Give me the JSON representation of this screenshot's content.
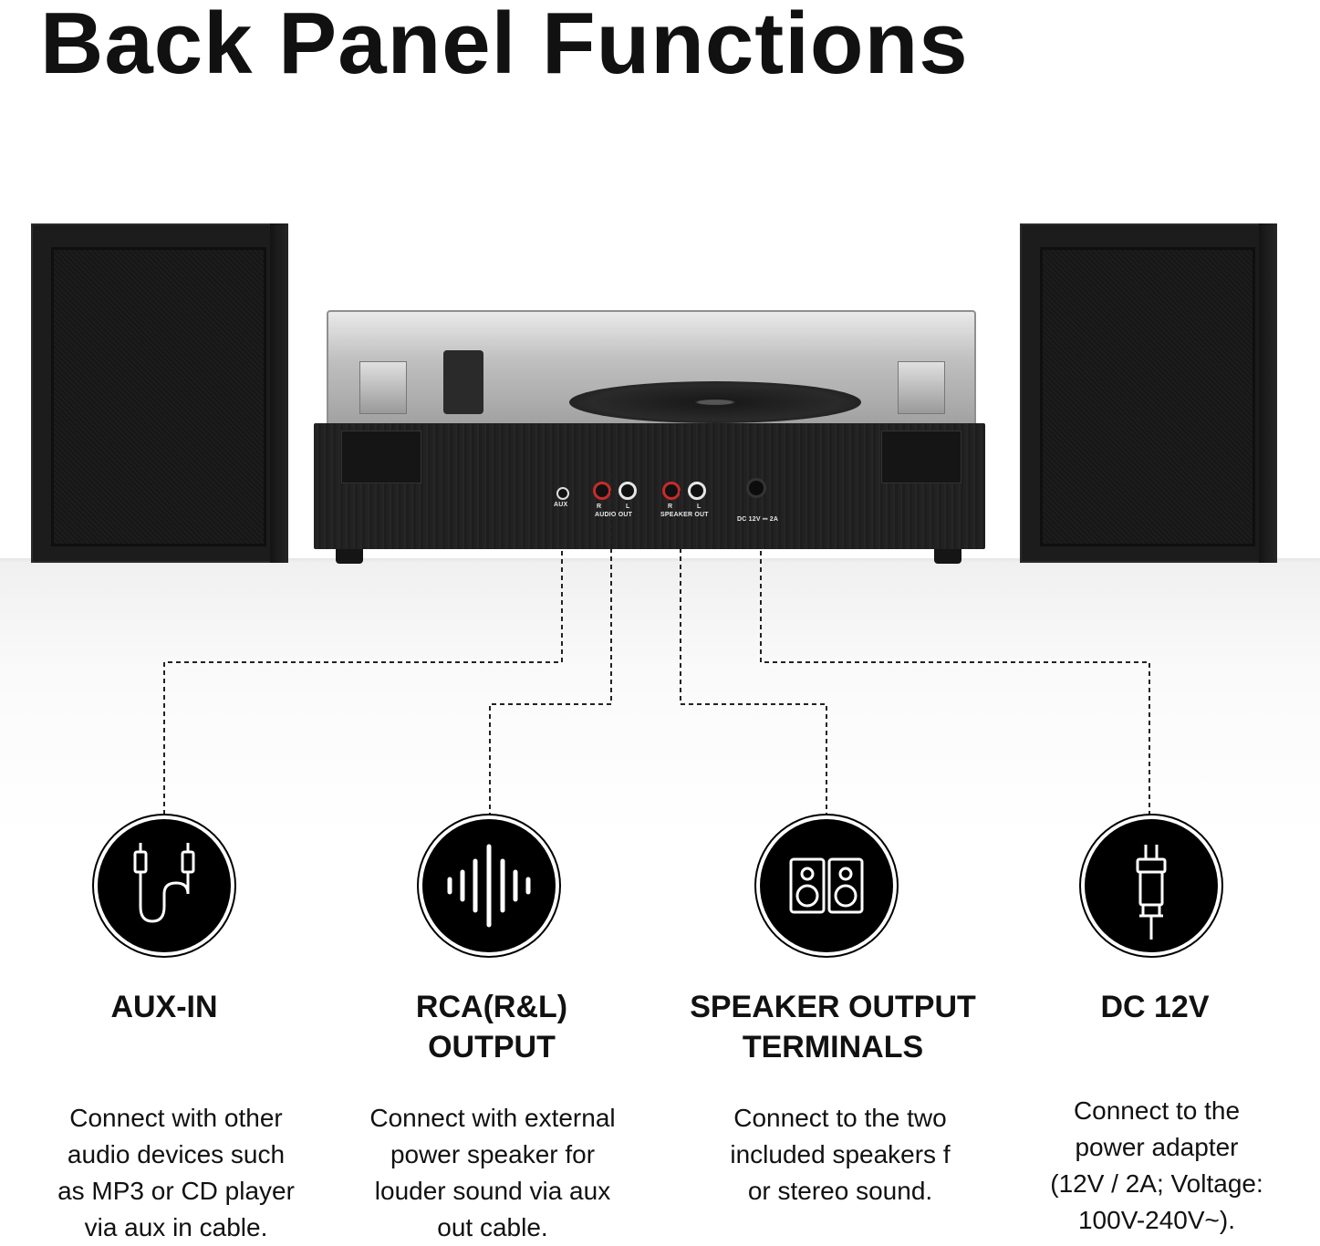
{
  "title": "Back Panel Functions",
  "back_panel": {
    "aux": "AUX",
    "r": "R",
    "l": "L",
    "audio_out": "AUDIO OUT",
    "speaker_out": "SPEAKER OUT",
    "dc": "DC 12V ⎓ 2A"
  },
  "features": [
    {
      "icon": "aux-cable-icon",
      "title": "AUX-IN",
      "description": "Connect with other\naudio devices such\nas MP3 or CD player\nvia aux in cable."
    },
    {
      "icon": "sound-wave-icon",
      "title": "RCA(R&L)\nOUTPUT",
      "description": "Connect with external\npower speaker for\nlouder sound via aux\nout cable."
    },
    {
      "icon": "speakers-icon",
      "title": "SPEAKER OUTPUT\nTERMINALS",
      "description": "Connect to the two\nincluded speakers f\nor stereo sound."
    },
    {
      "icon": "dc-plug-icon",
      "title": "DC 12V",
      "description": "Connect to the\npower adapter\n(12V / 2A; Voltage:\n100V-240V~)."
    }
  ]
}
